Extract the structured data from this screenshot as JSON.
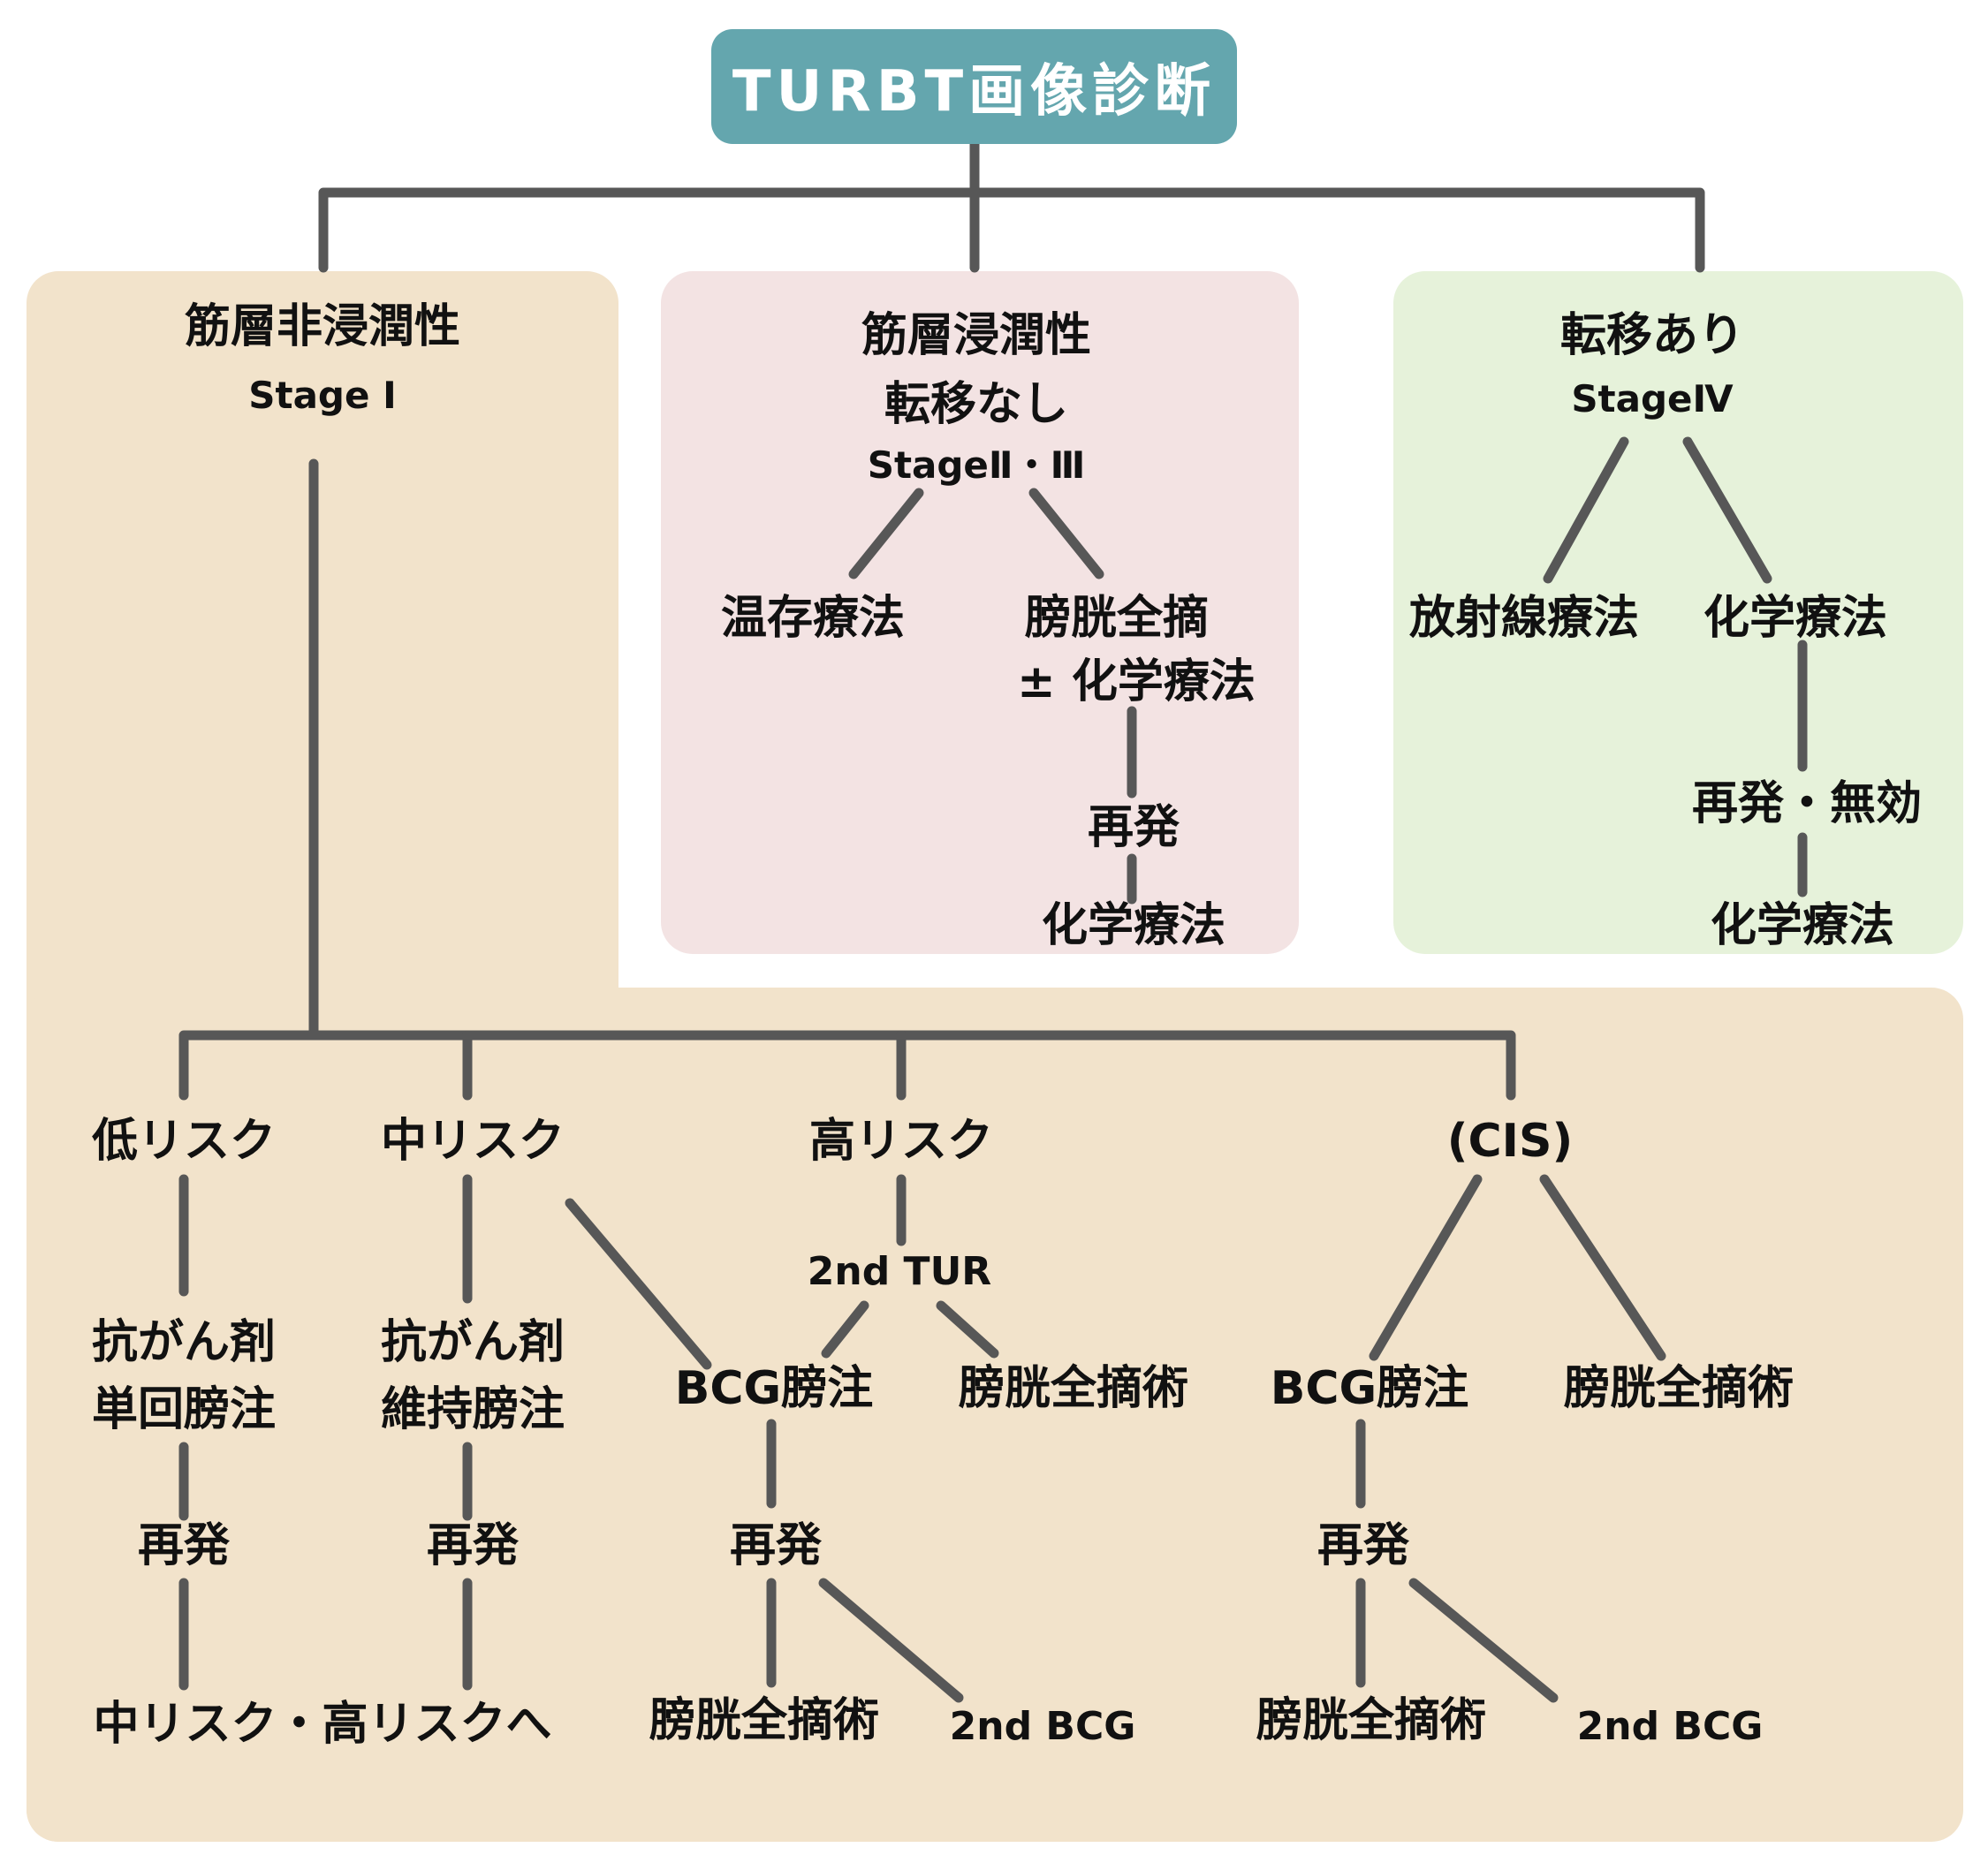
{
  "title": "TURBT画像診断",
  "non_invasive": {
    "title": "筋層非浸潤性",
    "stage": "Stage I"
  },
  "invasive": {
    "title": "筋層浸潤性",
    "subtitle": "転移なし",
    "stage": "StageⅡ・Ⅲ",
    "conservative": "温存療法",
    "cystectomy": "膀胱全摘",
    "chemo_adjunct": "± 化学療法",
    "relapse": "再発",
    "chemo": "化学療法"
  },
  "metastatic": {
    "title": "転移あり",
    "stage": "StageⅣ",
    "radiation": "放射線療法",
    "chemo": "化学療法",
    "relapse": "再発・無効",
    "chemo_after": "化学療法"
  },
  "risk": {
    "low": {
      "label": "低リスク",
      "tx_line1": "抗がん剤",
      "tx_line2": "単回膀注",
      "relapse": "再発"
    },
    "intermediate": {
      "label": "中リスク",
      "tx_line1": "抗がん剤",
      "tx_line2": "維持膀注",
      "relapse": "再発"
    },
    "high": {
      "label": "高リスク",
      "second_tur": "2nd TUR",
      "bcg": "BCG膀注",
      "cystectomy": "膀胱全摘術",
      "relapse": "再発",
      "cystectomy_after": "膀胱全摘術",
      "second_bcg": "2nd BCG"
    },
    "cis": {
      "label": "(CIS)",
      "bcg": "BCG膀注",
      "cystectomy": "膀胱全摘術",
      "relapse": "再発",
      "cystectomy_after": "膀胱全摘術",
      "second_bcg": "2nd BCG"
    },
    "low_intermediate_outcome": "中リスク・高リスクへ"
  },
  "colors": {
    "title_bg": "#64a6ae",
    "title_text": "#ffffff",
    "beige": "#f2e3cb",
    "pink": "#f3e3e3",
    "green": "#e6f2da",
    "line": "#575757",
    "text": "#111111",
    "page_bg": "#ffffff"
  }
}
